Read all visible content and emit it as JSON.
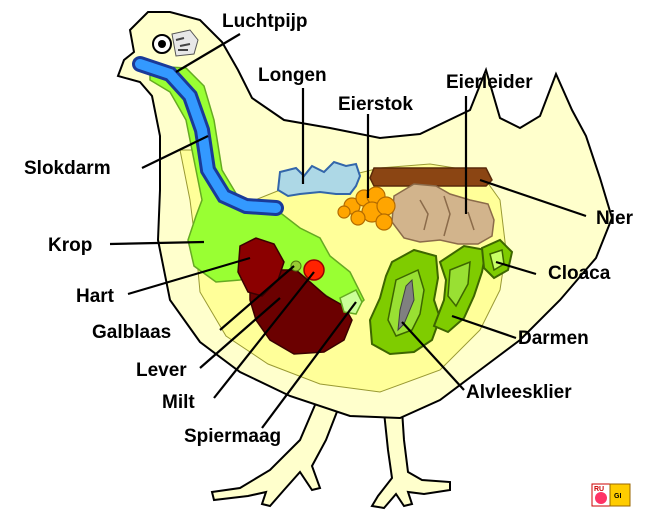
{
  "labels": {
    "luchtpijp": "Luchtpijp",
    "longen": "Longen",
    "eierleider": "Eierleider",
    "eierstok": "Eierstok",
    "slokdarm": "Slokdarm",
    "nier": "Nier",
    "krop": "Krop",
    "cloaca": "Cloaca",
    "hart": "Hart",
    "galblaas": "Galblaas",
    "darmen": "Darmen",
    "lever": "Lever",
    "milt": "Milt",
    "alvleesklier": "Alvleesklier",
    "spiermaag": "Spiermaag"
  },
  "logo": {
    "left_text": "RU",
    "right_text": "GI"
  },
  "colors": {
    "body_fill": "#ffffcc",
    "inner_fill": "#ffff99",
    "trachea": "#3366cc",
    "crop": "#99ff33",
    "lungs": "#add8e6",
    "ovary": "#ffa500",
    "oviduct": "#8b4513",
    "gizzard": "#d2b48c",
    "liver": "#6b0000",
    "heart": "#ff0000",
    "intestines": "#7fcc00",
    "pancreas": "#808080"
  }
}
